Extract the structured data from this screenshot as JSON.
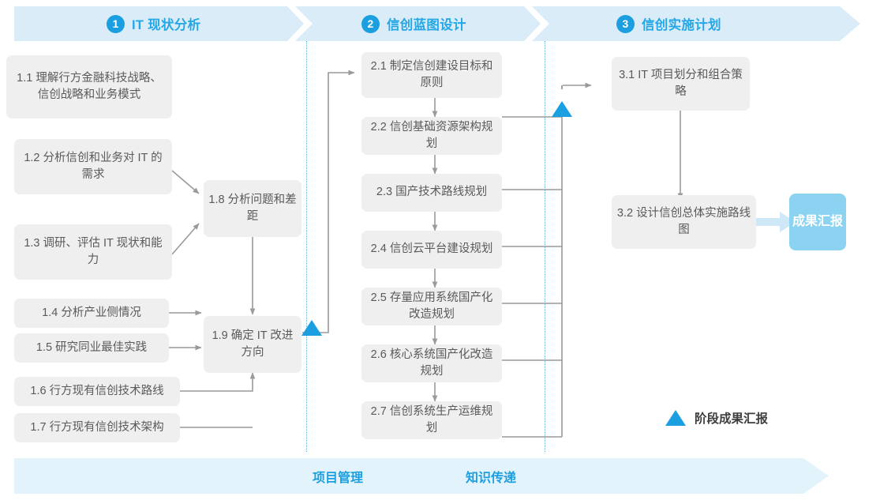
{
  "header": {
    "phases": [
      {
        "num": "1",
        "label": "IT 现状分析"
      },
      {
        "num": "2",
        "label": "信创蓝图设计"
      },
      {
        "num": "3",
        "label": "信创实施计划"
      }
    ]
  },
  "phase1": {
    "inputs": [
      {
        "id": "1.1",
        "text": "1.1 理解行方金融科技战略、信创战略和业务模式"
      },
      {
        "id": "1.2",
        "text": "1.2 分析信创和业务对 IT 的需求"
      },
      {
        "id": "1.3",
        "text": "1.3 调研、评估 IT 现状和能力"
      },
      {
        "id": "1.4",
        "text": "1.4 分析产业侧情况"
      },
      {
        "id": "1.5",
        "text": "1.5 研究同业最佳实践"
      },
      {
        "id": "1.6",
        "text": "1.6 行方现有信创技术路线"
      },
      {
        "id": "1.7",
        "text": "1.7 行方现有信创技术架构"
      }
    ],
    "synth": [
      {
        "id": "1.8",
        "text": "1.8 分析问题和差距"
      },
      {
        "id": "1.9",
        "text": "1.9 确定 IT 改进方向"
      }
    ]
  },
  "phase2": {
    "items": [
      {
        "id": "2.1",
        "text": "2.1 制定信创建设目标和原则"
      },
      {
        "id": "2.2",
        "text": "2.2 信创基础资源架构规划"
      },
      {
        "id": "2.3",
        "text": "2.3 国产技术路线规划"
      },
      {
        "id": "2.4",
        "text": "2.4 信创云平台建设规划"
      },
      {
        "id": "2.5",
        "text": "2.5 存量应用系统国产化改造规划"
      },
      {
        "id": "2.6",
        "text": "2.6 核心系统国产化改造规划"
      },
      {
        "id": "2.7",
        "text": "2.7 信创系统生产运维规划"
      }
    ]
  },
  "phase3": {
    "items": [
      {
        "id": "3.1",
        "text": "3.1 IT 项目划分和组合策略"
      },
      {
        "id": "3.2",
        "text": "3.2 设计信创总体实施路线图"
      }
    ],
    "result_badge": "成果汇报"
  },
  "legend": {
    "milestone_label": "阶段成果汇报"
  },
  "footer": {
    "labels": [
      "项目管理",
      "知识传递"
    ]
  },
  "colors": {
    "accent_blue": "#1b9fe0",
    "band_blue": "#d9ecf8",
    "footer_blue": "#e3f3fb",
    "badge_blue": "#8bd3f0",
    "box_gray": "#efefef",
    "text_gray": "#5a5a5a",
    "wire_gray": "#9a9a9a",
    "dotted_blue": "#56b9e6"
  }
}
